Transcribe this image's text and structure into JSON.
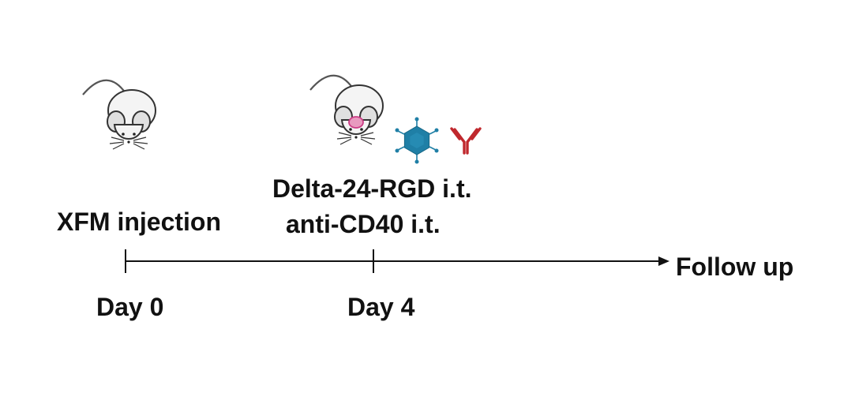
{
  "diagram": {
    "events": [
      {
        "day_label": "Day 0",
        "treatment": [
          "XFM injection"
        ]
      },
      {
        "day_label": "Day 4",
        "treatment": [
          "Delta-24-RGD i.t.",
          "anti-CD40 i.t."
        ]
      }
    ],
    "end_label": "Follow up",
    "icons": [
      "mouse-icon",
      "mouse-with-tumor-icon",
      "virus-icon",
      "antibody-icon"
    ],
    "colors": {
      "line": "#111111",
      "virus": "#1f7fa6",
      "antibody": "#c0282d",
      "tumor": "#e26aa6"
    }
  }
}
